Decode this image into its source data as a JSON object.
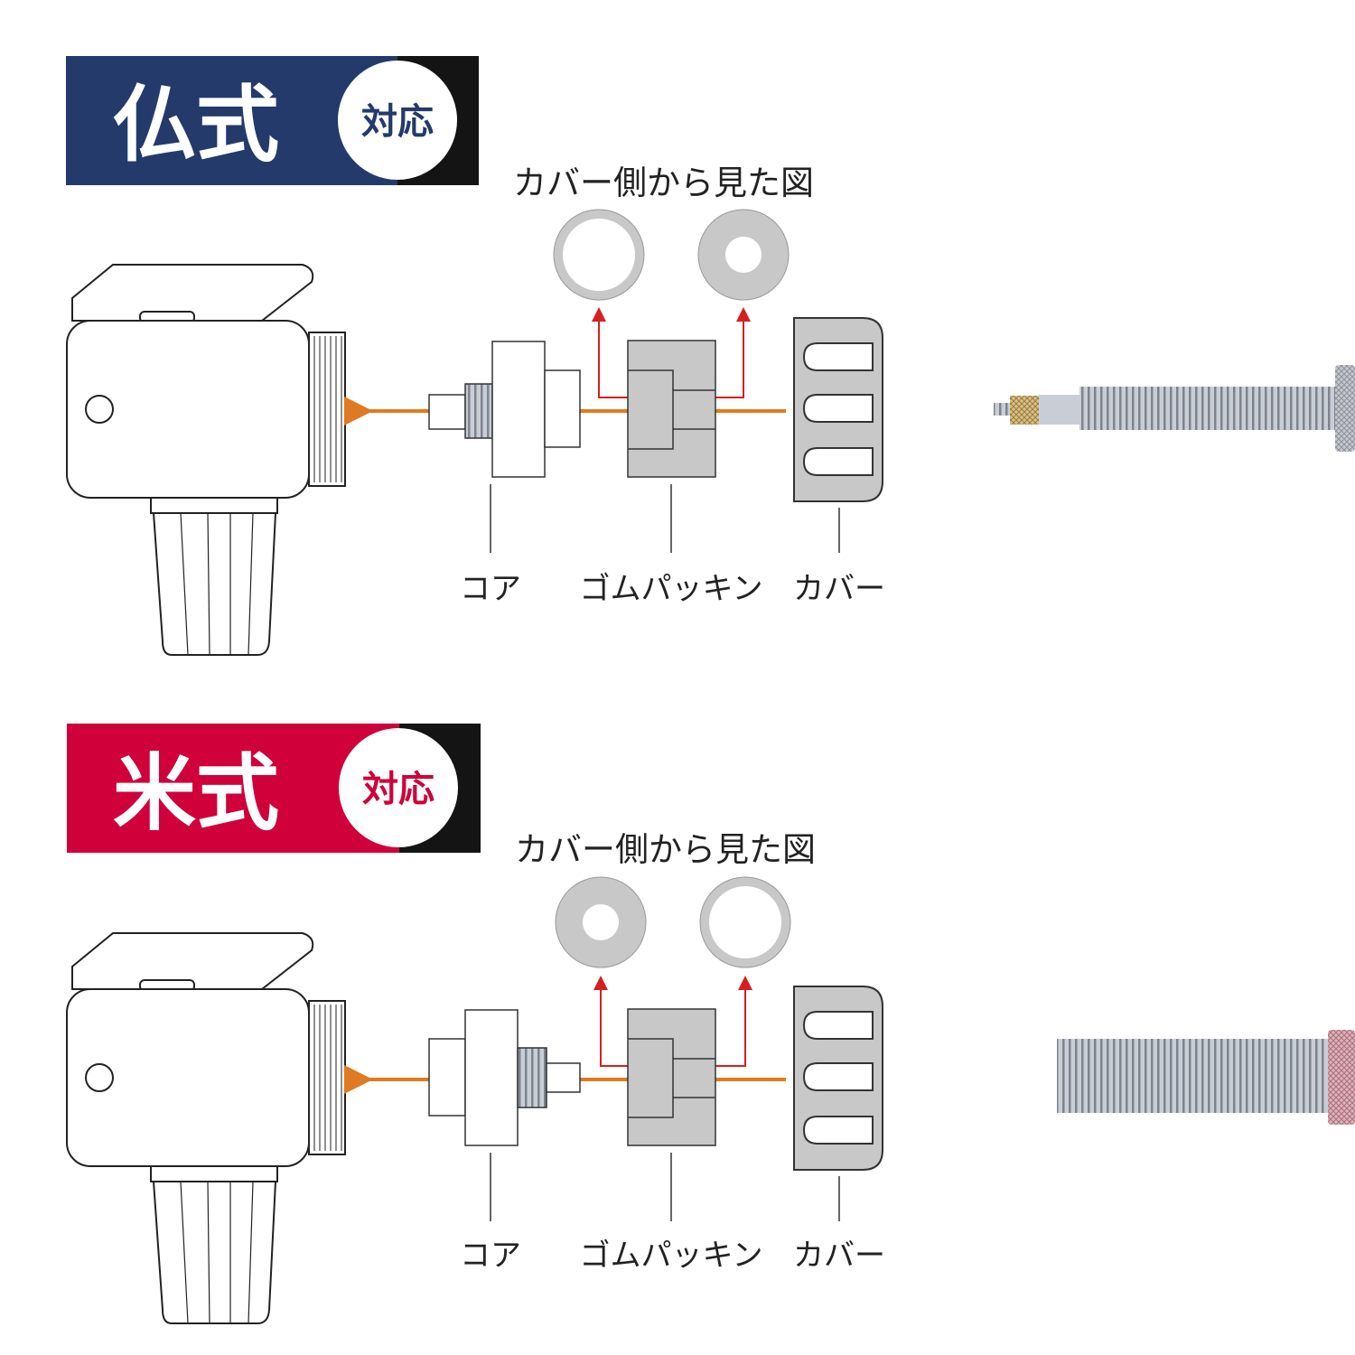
{
  "sections": [
    {
      "title": "仏式",
      "badge": "対応",
      "banner_color": "#233a6b",
      "caption": "カバー側から見た図",
      "labels": {
        "core": "コア",
        "packing": "ゴムパッキン",
        "cover": "カバー"
      },
      "valve_type": "french"
    },
    {
      "title": "米式",
      "badge": "対応",
      "banner_color": "#d0003a",
      "caption": "カバー側から見た図",
      "labels": {
        "core": "コア",
        "packing": "ゴムパッキン",
        "cover": "カバー"
      },
      "valve_type": "american"
    }
  ],
  "colors": {
    "arrow_orange": "#e07a22",
    "arrow_red": "#d61f1f",
    "part_gray": "#c8c8c8"
  }
}
